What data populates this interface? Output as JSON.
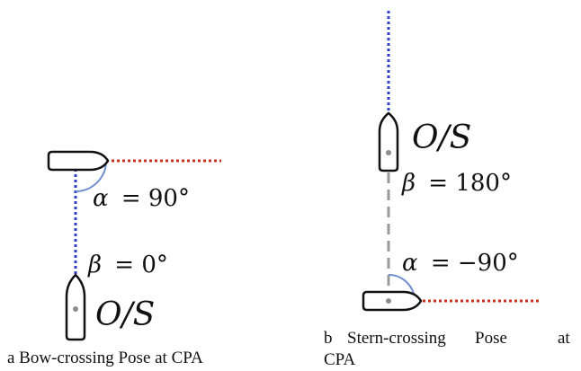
{
  "panel_a": {
    "alpha_symbol": "α",
    "alpha_value": "= 90°",
    "beta_symbol": "β",
    "beta_value": "= 0°",
    "vessel_label": "O/S",
    "caption": "a Bow-crossing Pose at CPA"
  },
  "panel_b": {
    "vessel_label": "O/S",
    "beta_symbol": "β",
    "beta_value": "= 180°",
    "alpha_symbol": "α",
    "alpha_value": "= −90°",
    "caption_line1_words": [
      "b",
      "Stern-crossing",
      "Pose",
      "at"
    ],
    "caption_line2": "CPA"
  },
  "colors": {
    "heading_line": "#c8321e",
    "bearing_line": "#2f3fc8",
    "angle_arc": "#6f8fcf",
    "dashed_line": "#999999",
    "hull": "#111111"
  },
  "icons": {
    "vessel": "ship-hull-icon"
  }
}
